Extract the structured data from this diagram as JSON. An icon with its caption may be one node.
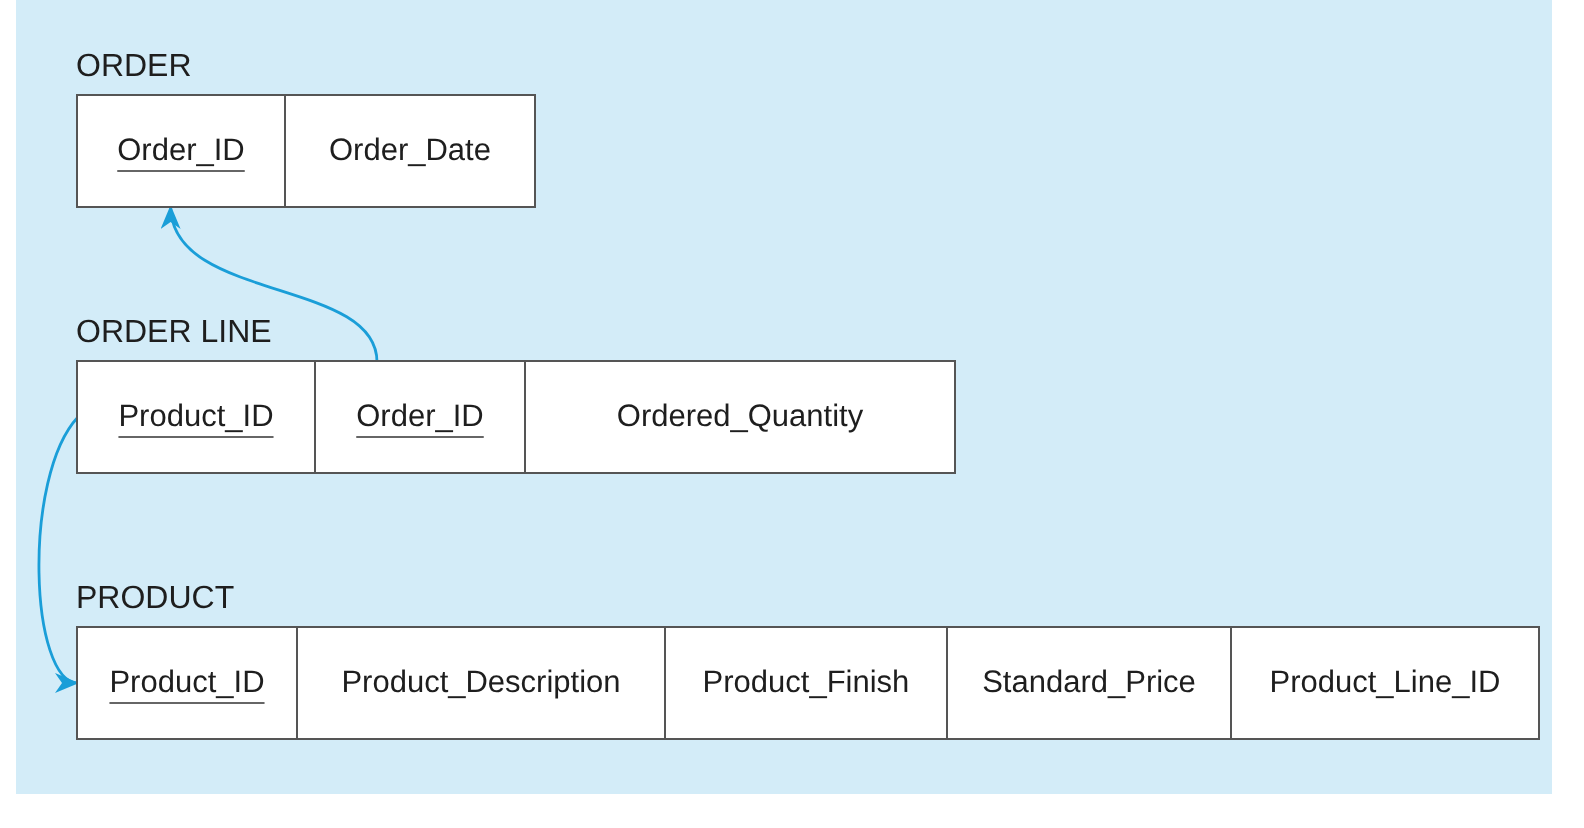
{
  "diagram": {
    "nodes": [
      {
        "text": [
          "ORDER"
        ]
      },
      {
        "text": [
          "Order_ID"
        ],
        "in": 0
      },
      {
        "text": [
          "Order_Date"
        ],
        "in": 0
      },
      {
        "text": [
          "ORDER LINE"
        ]
      },
      {
        "text": [
          "Product_ID"
        ],
        "in": 3
      },
      {
        "text": [
          "Order_ID"
        ],
        "in": 3
      },
      {
        "text": [
          "Ordered_Quantity"
        ],
        "in": 3
      },
      {
        "text": [
          "PRODUCT"
        ]
      },
      {
        "text": [
          "Product_ID"
        ],
        "in": 7
      },
      {
        "text": [
          "Product_Description"
        ],
        "in": 7
      },
      {
        "text": [
          "Product_Finish"
        ],
        "in": 7
      },
      {
        "text": [
          "Standard_Price"
        ],
        "in": 7
      },
      {
        "text": [
          "Product_Line_ID"
        ],
        "in": 7
      }
    ],
    "edges": [
      {
        "from": 5,
        "to": 1,
        "arrow": "to"
      },
      {
        "from": 4,
        "to": 8,
        "arrow": "to"
      }
    ]
  }
}
